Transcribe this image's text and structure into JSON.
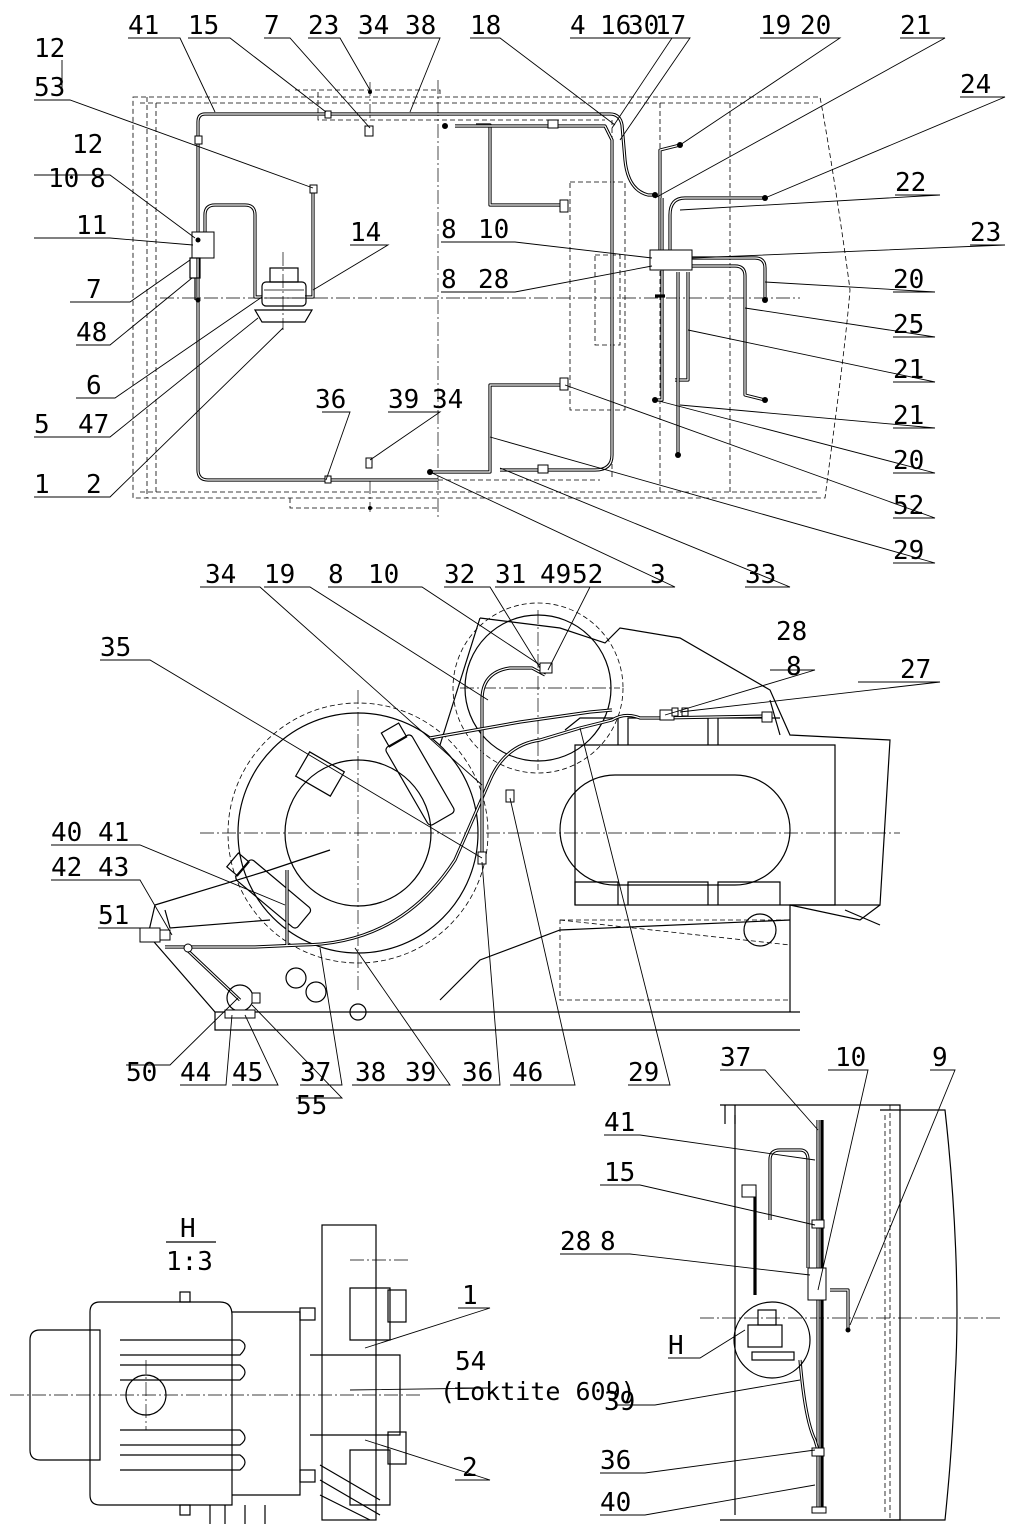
{
  "labels": {
    "top_view": [
      "41",
      "15",
      "7",
      "23",
      "34",
      "38",
      "18",
      "4",
      "16",
      "30",
      "17",
      "19",
      "20",
      "21",
      "24",
      "22",
      "8",
      "10",
      "23",
      "8",
      "28",
      "20",
      "25",
      "21",
      "21",
      "20",
      "52",
      "29",
      "33",
      "52",
      "3",
      "12",
      "53",
      "12",
      "10",
      "8",
      "11",
      "7",
      "48",
      "6",
      "5",
      "47",
      "1",
      "2",
      "14",
      "36",
      "39",
      "34"
    ],
    "side_view": [
      "34",
      "19",
      "8",
      "10",
      "32",
      "31",
      "49",
      "28",
      "8",
      "27",
      "35",
      "40",
      "41",
      "42",
      "43",
      "51",
      "50",
      "44",
      "45",
      "55",
      "37",
      "38",
      "39",
      "36",
      "46",
      "29"
    ],
    "detail_view": [
      "H",
      "1:3",
      "1",
      "54",
      "2"
    ],
    "rear_view": [
      "37",
      "10",
      "9",
      "41",
      "15",
      "28",
      "8",
      "H",
      "39",
      "36",
      "40"
    ]
  },
  "detail_note": "(Loktite 609)"
}
